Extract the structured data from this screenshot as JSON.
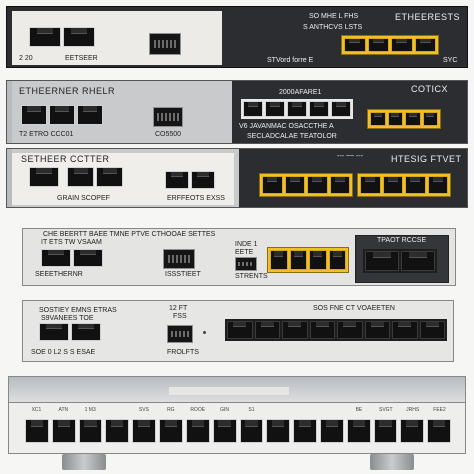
{
  "devices": [
    {
      "labels": {
        "left_bottom_a": "2 20",
        "left_bottom_b": "EETSEER",
        "right_title": "ETHEERESTS",
        "right_a": "SO MHE L FHS",
        "right_b": "S ANTHCVS LSTS",
        "right_c": "STVord forre E",
        "right_d": "SYC"
      }
    },
    {
      "labels": {
        "left_title": "ETHEERNER RHELR",
        "left_bottom": "T2 ETRO CCC01",
        "center_under": "CO5500",
        "center_top": "2000AFARE1",
        "center_a": "V6 JAVANMAC OSACCTHE A",
        "center_b": "SECLADCALAE TEATOLOR",
        "right_title": "COTICX"
      }
    },
    {
      "labels": {
        "left_title": "SETHEER CCTTER",
        "left_bottom": "GRAIN SCOPEF",
        "center_under": "ERFFEOTS EXSS",
        "right_a": "--- ~~ ---",
        "right_title": "HTESIG FTVET"
      }
    },
    {
      "labels": {
        "top_text": "CHE BEERTT BAEE TMNE PTVE CTHOOAE SETTES",
        "left_a": "IT ETS TW VSAAM",
        "left_bottom": "SEEETHERNR",
        "center_a": "INDE 1",
        "center_b": "EETE",
        "center_under": "ISSSTIEET",
        "center_under_b": "STRENTS",
        "right_top": "TPAOT RCCSE"
      }
    },
    {
      "labels": {
        "left_a": "SOSTIEY EMNS ETRAS",
        "left_b": "S9VANEES TOE",
        "left_bottom": "SOE 0 L2 S S ESAE",
        "center_top": "12 FT",
        "center_a": "FSS",
        "center_under": "FROLFTS",
        "right_top": "SOS FNE CT VOAEETEN"
      }
    },
    {
      "labels": {
        "port_numbers": [
          "XC1",
          "ATN",
          "1 M3",
          "",
          "SVS",
          "RG",
          "ROOE",
          "GIN",
          "S1",
          "",
          "",
          "",
          "BE",
          "SVGT",
          "JRHS",
          "FEE2"
        ]
      }
    }
  ],
  "colors": {
    "chassis_dark": "#2b2d30",
    "chassis_silver": "#c9ccce",
    "panel_white": "#f2f2f0",
    "port_yellow": "#f0c02a",
    "port_black": "#111111"
  }
}
